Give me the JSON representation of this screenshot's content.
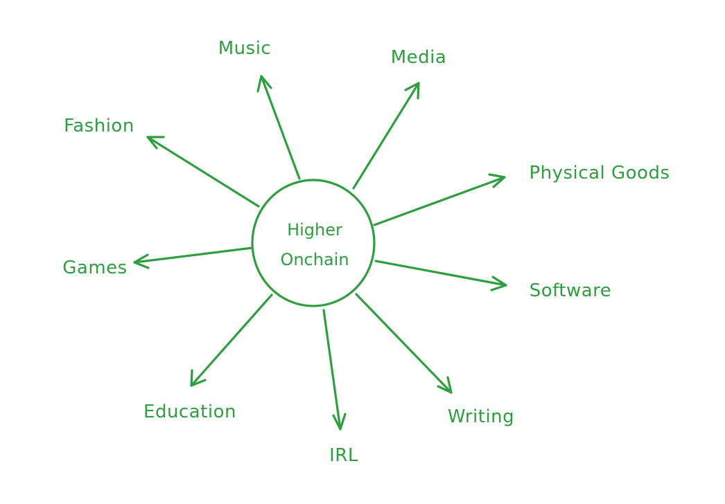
{
  "diagram": {
    "colors": {
      "stroke": "#2e9e3f",
      "background": "#ffffff"
    },
    "hub": {
      "line1": "Higher",
      "line2": "Onchain"
    },
    "nodes": [
      {
        "id": "music",
        "label": "Music"
      },
      {
        "id": "media",
        "label": "Media"
      },
      {
        "id": "fashion",
        "label": "Fashion"
      },
      {
        "id": "physical-goods",
        "label": "Physical Goods"
      },
      {
        "id": "games",
        "label": "Games"
      },
      {
        "id": "software",
        "label": "Software"
      },
      {
        "id": "education",
        "label": "Education"
      },
      {
        "id": "irl",
        "label": "IRL"
      },
      {
        "id": "writing",
        "label": "Writing"
      }
    ]
  }
}
